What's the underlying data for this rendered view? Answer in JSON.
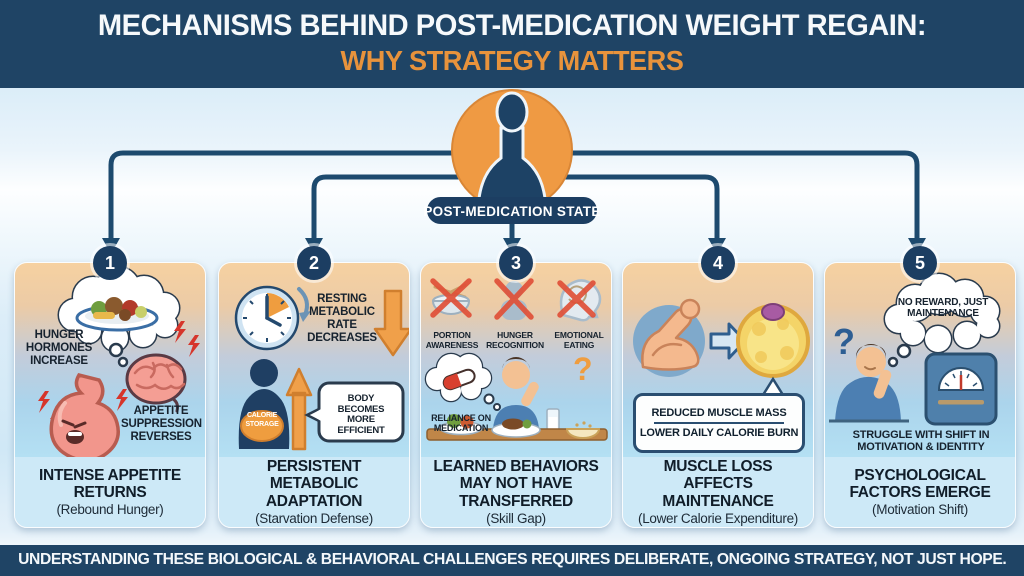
{
  "header": {
    "line1": "MECHANISMS BEHIND POST-MEDICATION WEIGHT REGAIN:",
    "line2": "WHY STRATEGY MATTERS"
  },
  "hub": {
    "label": "POST-MEDICATION STATE"
  },
  "cards": [
    {
      "number": "1",
      "hunger_label": "HUNGER HORMONES INCREASE",
      "appetite_label": "APPETITE SUPPRESSION REVERSES",
      "title": "INTENSE APPETITE RETURNS",
      "subtitle": "(Rebound Hunger)"
    },
    {
      "number": "2",
      "rmr_label": "RESTING METABOLIC RATE DECREASES",
      "storage_label": "CALORIE STORAGE",
      "bubble_label": "BODY BECOMES MORE EFFICIENT",
      "title": "PERSISTENT METABOLIC ADAPTATION",
      "subtitle": "(Starvation Defense)"
    },
    {
      "number": "3",
      "icon_labels": [
        "PORTION AWARENESS",
        "HUNGER RECOGNITION",
        "EMOTIONAL EATING"
      ],
      "reliance_label": "RELIANCE ON MEDICATION",
      "question_mark": "?",
      "title": "LEARNED BEHAVIORS MAY NOT HAVE TRANSFERRED",
      "subtitle": "(Skill Gap)"
    },
    {
      "number": "4",
      "box_line1": "REDUCED MUSCLE MASS",
      "box_line2": "LOWER DAILY CALORIE BURN",
      "title": "MUSCLE LOSS AFFECTS MAINTENANCE",
      "subtitle": "(Lower Calorie Expenditure)"
    },
    {
      "number": "5",
      "bubble_label": "NO REWARD, JUST MAINTENANCE",
      "question_mark": "?",
      "struggle_label": "STRUGGLE WITH SHIFT IN MOTIVATION & IDENTITY",
      "title": "PSYCHOLOGICAL FACTORS EMERGE",
      "subtitle": "(Motivation Shift)"
    }
  ],
  "banner": {
    "text": "UNDERSTANDING THESE BIOLOGICAL & BEHAVIORAL CHALLENGES REQUIRES DELIBERATE, ONGOING STRATEGY, NOT JUST HOPE."
  },
  "colors": {
    "navy": "#1f4465",
    "accent_orange": "#e8933c",
    "arrow_navy": "#1d4a6e",
    "card_peach": "#f6d1a1",
    "card_blue": "#b4e0f3",
    "card_footer_blue": "#cde9f7",
    "alert_red": "#d6352b"
  }
}
